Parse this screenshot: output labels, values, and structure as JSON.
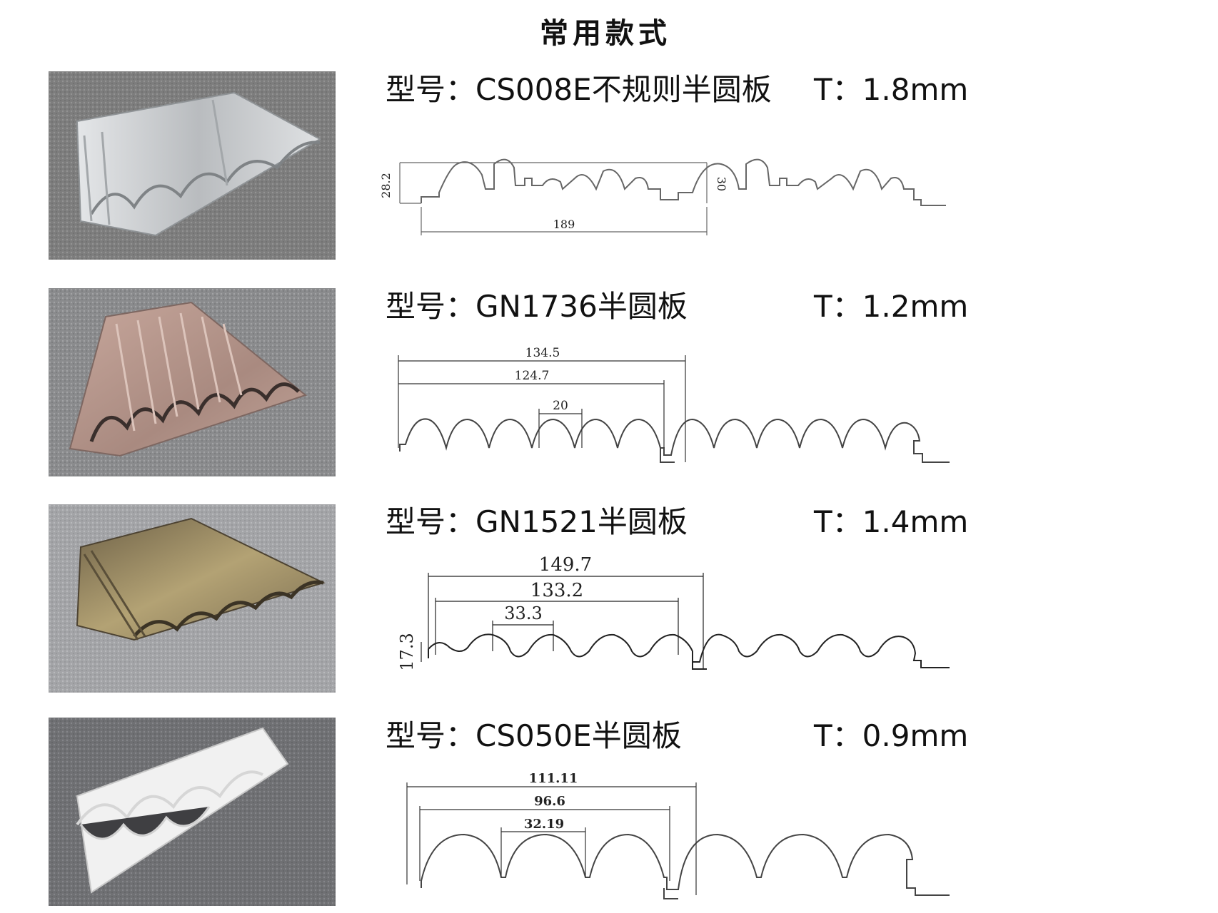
{
  "page": {
    "title": "常用款式"
  },
  "products": [
    {
      "model": "型号：CS008E不规则半圆板",
      "thickness": "T：1.8mm",
      "dims": {
        "width": "189",
        "height_left": "28.2",
        "height_right": "30"
      },
      "finish_color": "#c9ccce"
    },
    {
      "model": "型号：GN1736半圆板",
      "thickness": "T：1.2mm",
      "dims": {
        "overall": "134.5",
        "module": "124.7",
        "pitch": "20"
      },
      "finish_color": "#b79a8f"
    },
    {
      "model": "型号：GN1521半圆板",
      "thickness": "T：1.4mm",
      "dims": {
        "overall": "149.7",
        "module": "133.2",
        "pitch": "33.3",
        "height": "17.3"
      },
      "finish_color": "#a08a5e"
    },
    {
      "model": "型号：CS050E半圆板",
      "thickness": "T：0.9mm",
      "dims": {
        "overall": "111.11",
        "module": "96.6",
        "pitch": "32.19"
      },
      "finish_color": "#f2f2f2"
    }
  ]
}
